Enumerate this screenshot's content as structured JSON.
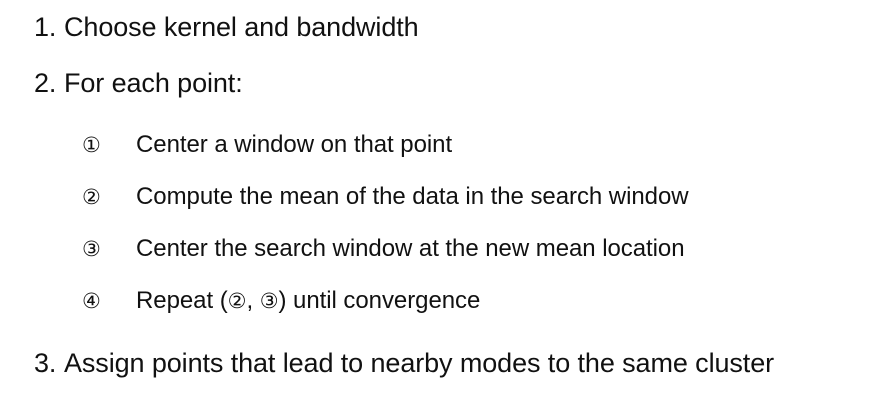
{
  "slide": {
    "title_present": false,
    "background_color": "#ffffff",
    "text_color": "#111111",
    "outline": [
      {
        "level": 1,
        "marker": "1.",
        "text": "Choose kernel and bandwidth"
      },
      {
        "level": 1,
        "marker": "2.",
        "text": "For each point:"
      },
      {
        "level": 2,
        "marker": "①",
        "text": "Center a window on that point"
      },
      {
        "level": 2,
        "marker": "②",
        "text": "Compute the mean of the data in the search window"
      },
      {
        "level": 2,
        "marker": "③",
        "text": "Center the search window at the new mean location"
      },
      {
        "level": 2,
        "marker": "④",
        "text_prefix": "Repeat (",
        "text_ref_1": "②",
        "text_mid": ", ",
        "text_ref_2": "③",
        "text_suffix": ") until convergence",
        "text": "Repeat (②, ③) until convergence"
      },
      {
        "level": 1,
        "marker": "3.",
        "text": "Assign points that lead to nearby modes to the same cluster"
      }
    ]
  }
}
